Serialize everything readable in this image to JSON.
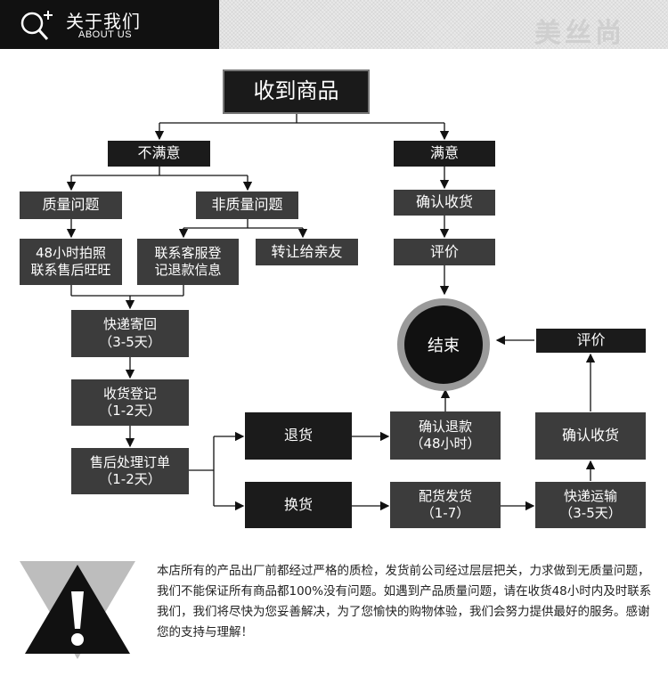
{
  "header": {
    "title": "关于我们",
    "subtitle": "ABOUT US",
    "brand": "美丝尚"
  },
  "flow": {
    "start": "收到商品",
    "unsatisfied": "不满意",
    "satisfied": "满意",
    "quality": "质量问题",
    "non_quality": "非质量问题",
    "photo": "48小时拍照\n联系售后旺旺",
    "contact_cs": "联系客服登\n记退款信息",
    "transfer": "转让给亲友",
    "confirm_receipt_1": "确认收货",
    "review_1": "评价",
    "end": "结束",
    "ship_back": "快递寄回\n（3-5天）",
    "register": "收货登记\n（1-2天）",
    "process": "售后处理订单\n（1-2天）",
    "return": "退货",
    "exchange": "换货",
    "confirm_refund": "确认退款\n（48小时）",
    "dispatch": "配货发货\n（1-7）",
    "transit": "快递运输\n（3-5天）",
    "confirm_receipt_2": "确认收货",
    "review_2": "评价"
  },
  "notice": "本店所有的产品出厂前都经过严格的质检，发货前公司经过层层把关，力求做到无质量问题，我们不能保证所有商品都100%没有问题。如遇到产品质量问题，请在收货48小时内及时联系我们，我们将尽快为您妥善解决，为了您愉快的购物体验，我们会努力提供最好的服务。感谢您的支持与理解！",
  "icons": {
    "header": "search-plus-icon",
    "warning": "exclamation-warning-icon"
  },
  "colors": {
    "dark": "#1b1b1b",
    "gray": "#3c3c3c"
  }
}
